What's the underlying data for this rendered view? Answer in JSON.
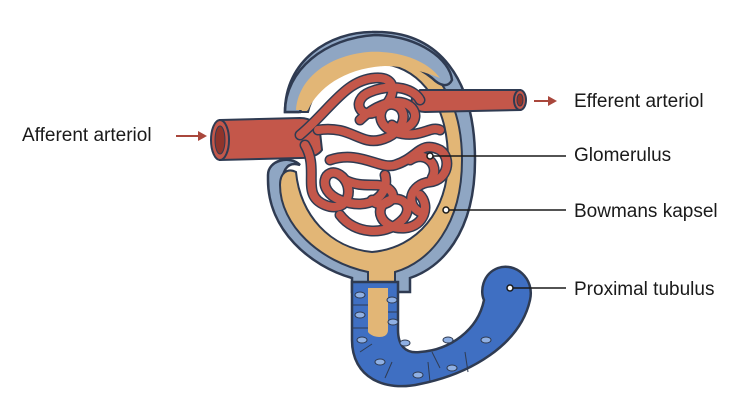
{
  "labels": {
    "afferent": "Afferent arteriol",
    "efferent": "Efferent arteriol",
    "glomerulus": "Glomerulus",
    "bowman": "Bowmans kapsel",
    "proximal": "Proximal tubulus"
  },
  "colors": {
    "capsule_outer": "#8fa6c3",
    "capsule_outline": "#2f3b52",
    "capsule_fill": "#e2b676",
    "vessel": "#c4574a",
    "vessel_dark": "#8e342b",
    "tubule": "#3f6fc2",
    "tubule_light": "#8fb0e4",
    "arrow": "#a9473c",
    "leader": "#1a1a1a"
  }
}
